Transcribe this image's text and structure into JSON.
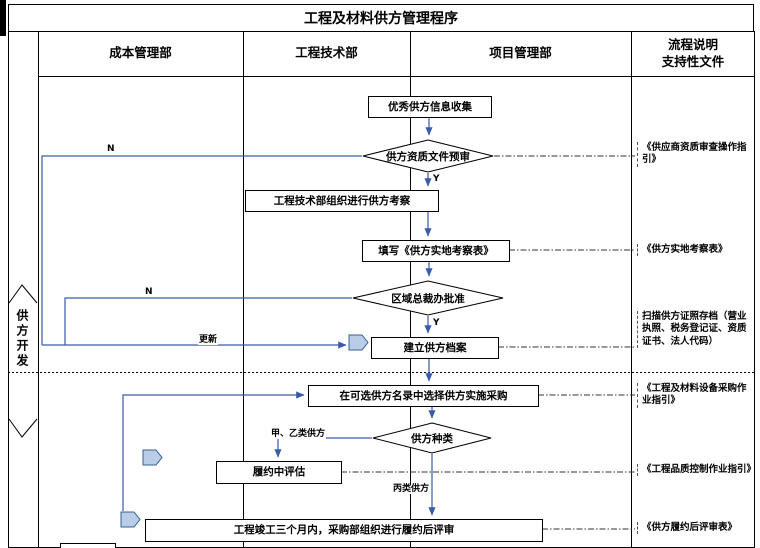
{
  "title": "工程及材料供方管理程序",
  "phase": {
    "label": "供方开发"
  },
  "header": {
    "col1": "成本管理部",
    "col2": "工程技术部",
    "col3": "项目管理部",
    "col4": "流程说明\n支持性文件"
  },
  "nodes": {
    "collect_info": "优秀供方信息收集",
    "prequalify": "供方资质文件预审",
    "org_inspection": "工程技术部组织进行供方考察",
    "fill_form": "填写《供方实地考察表》",
    "president_approval": "区域总裁办批准",
    "create_archive": "建立供方档案",
    "select_supplier": "在可选供方名录中选择供方实施采购",
    "supplier_type": "供方种类",
    "mid_eval": "履约中评估",
    "post_review": "工程竣工三个月内，采购部组织进行履约后评审"
  },
  "labels": {
    "n1": "N",
    "n2": "N",
    "y1": "Y",
    "y2": "Y",
    "update": "更新",
    "class_ab": "甲、乙类供方",
    "class_c": "丙类供方"
  },
  "annotations": {
    "a1": "《供应商资质审查操作指引》",
    "a2": "《供方实地考察表》",
    "a3": "扫描供方证照存档（营业执照、税务登记证、资质证书、法人代码）",
    "a4": "《工程及材料设备采购作业指引》",
    "a5": "《工程品质控制作业指引》",
    "a6": "《供方履约后评审表》"
  },
  "colors": {
    "flow_line": "#3a5ba9",
    "annotation_line": "#333333",
    "connector_fill": "#b9cde8",
    "connector_border": "#365f91",
    "border": "#000000"
  }
}
